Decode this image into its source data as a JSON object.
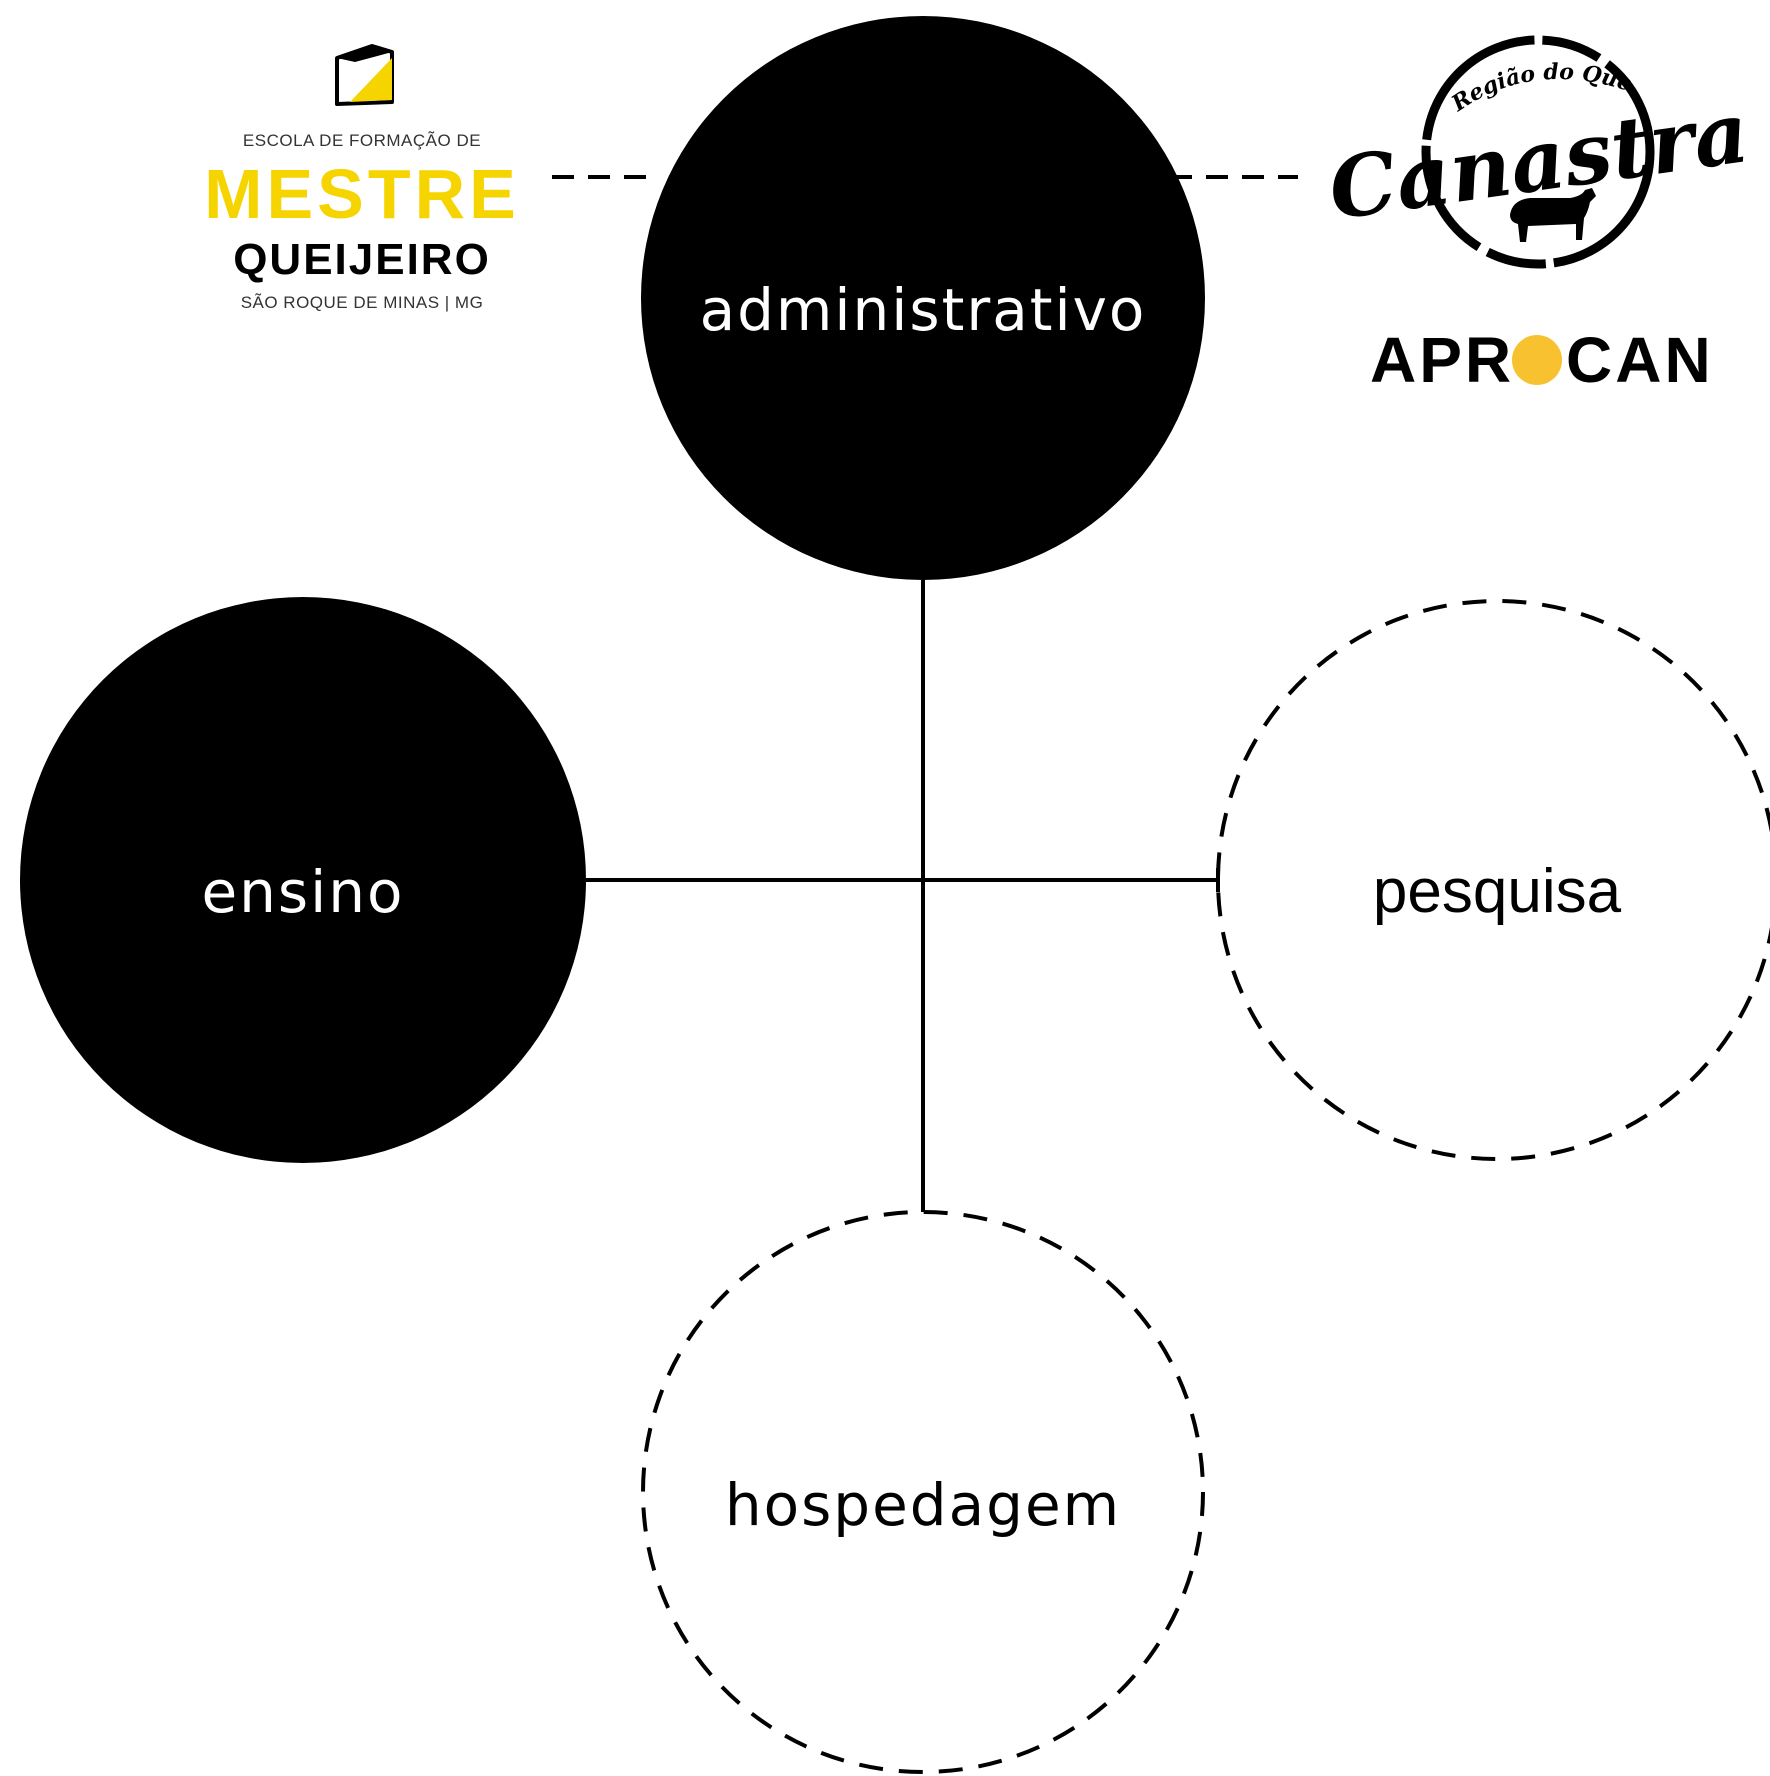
{
  "colors": {
    "background": "#ffffff",
    "node_fill": "#000000",
    "node_text_on_dark": "#ffffff",
    "node_text_on_light": "#000000",
    "accent_yellow": "#f5d400",
    "aprocan_dot": "#f7c12f"
  },
  "nodes": {
    "administrativo": "administrativo",
    "ensino": "ensino",
    "pesquisa": "pesquisa",
    "hospedagem": "hospedagem"
  },
  "logos": {
    "mestre_queijeiro": {
      "line1": "ESCOLA DE FORMAÇÃO DE",
      "line2": "MESTRE",
      "line3": "QUEIJEIRO",
      "line4": "SÃO ROQUE DE MINAS | MG"
    },
    "canastra": {
      "arc_text": "Região do Queijo da",
      "word": "Canastra"
    },
    "aprocan": {
      "left": "APR",
      "right": "CAN"
    }
  }
}
